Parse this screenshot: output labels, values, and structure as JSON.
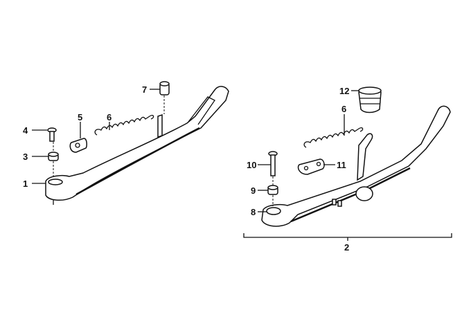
{
  "diagram": {
    "left_assembly": {
      "callouts": [
        "1",
        "3",
        "4",
        "5",
        "6",
        "7"
      ]
    },
    "right_assembly": {
      "callouts": [
        "2",
        "6",
        "8",
        "9",
        "10",
        "11",
        "12"
      ]
    }
  }
}
